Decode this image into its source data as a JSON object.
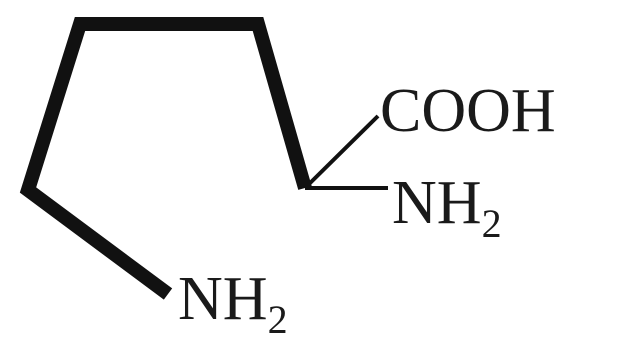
{
  "labels": {
    "carboxyl": "COOH",
    "alpha_amine_base": "NH",
    "alpha_amine_sub": "2",
    "side_amine_base": "NH",
    "side_amine_sub": "2"
  },
  "colors": {
    "bond": "#111111",
    "text": "#1a1a1a",
    "background": "#ffffff"
  }
}
